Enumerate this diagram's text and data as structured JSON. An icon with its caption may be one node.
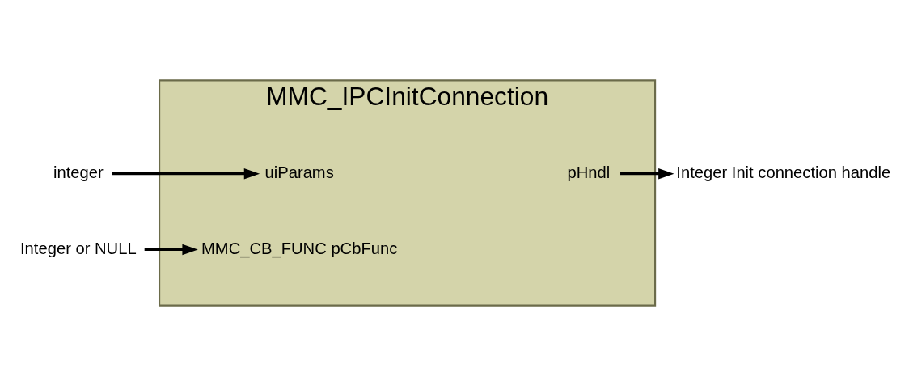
{
  "diagram": {
    "nodes": [
      {
        "text": [
          "MMC_IPCInitConnection"
        ]
      },
      {
        "text": [
          "integer"
        ]
      },
      {
        "text": [
          "Integer or NULL"
        ]
      },
      {
        "text": [
          "uiParams"
        ],
        "in": 0
      },
      {
        "text": [
          "MMC_CB_FUNC pCbFunc"
        ],
        "in": 0
      },
      {
        "text": [
          "pHndl"
        ],
        "in": 0
      },
      {
        "text": [
          "Integer Init connection handle"
        ]
      }
    ],
    "edges": [
      {
        "from": 1,
        "to": 3,
        "arrow": "to"
      },
      {
        "from": 2,
        "to": 4,
        "arrow": "to"
      },
      {
        "from": 5,
        "to": 6,
        "arrow": "to"
      }
    ]
  }
}
